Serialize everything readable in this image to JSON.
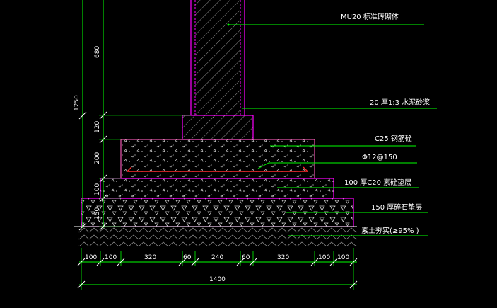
{
  "labels": {
    "mu20": "MU20  标准砖砌体",
    "mortar": "20  厚1:3  水泥砂浆",
    "c25": "C25  钢筋砼",
    "rebar": "Φ12@150",
    "c20": "100  厚C20  素砼垫层",
    "gravel": "150  厚碎石垫层",
    "soil": "素土夯实(≥95%  )"
  },
  "vertical_dims": {
    "total": "1250",
    "wall": "680",
    "step": "120",
    "footing": "200",
    "c20_layer": "100",
    "gravel_layer": "150"
  },
  "horizontal_dims": {
    "segments": [
      "100",
      "100",
      "320",
      "60",
      "240",
      "60",
      "320",
      "100",
      "100"
    ],
    "total": "1400"
  },
  "colors": {
    "outline": "#ff00ff",
    "leader": "#00ff00",
    "hatch": "#cfcfcf",
    "footing": "#ffff44",
    "rebar": "#ff2a2a",
    "text": "#ffffff"
  }
}
